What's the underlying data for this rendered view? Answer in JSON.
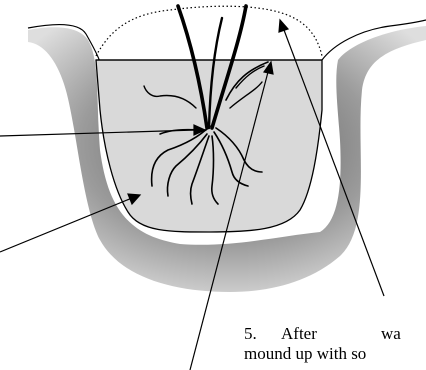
{
  "diagram": {
    "caption": {
      "number": "5.",
      "line1_word1": "After",
      "line1_word2": "wa",
      "line2": "mound up with so"
    }
  }
}
